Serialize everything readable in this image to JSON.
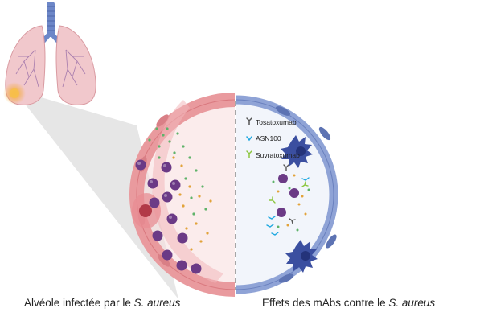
{
  "legend": {
    "items": [
      {
        "label": "Tosatoxumab",
        "symbol": "antibody-y-icon",
        "color": "#555555"
      },
      {
        "label": "ASN100",
        "symbol": "antibody-v-icon",
        "color": "#1fa8e0"
      },
      {
        "label": "Suvratoxumab",
        "symbol": "antibody-y-icon",
        "color": "#8cc63f"
      }
    ]
  },
  "captions": {
    "left_prefix": "Alvéole infectée par le ",
    "left_italic": "S. aureus",
    "right_prefix": "Effets des mAbs contre le ",
    "right_italic": "S. aureus"
  },
  "colors": {
    "infected_wall": "#e99a9e",
    "infected_fill": "#f8dcdc",
    "treated_wall": "#8fa3d6",
    "treated_fill": "#e6ebf7",
    "immune_cell": "#6b3a86",
    "bacteria_green": "#5fb36a",
    "bacteria_orange": "#e2a33a"
  }
}
